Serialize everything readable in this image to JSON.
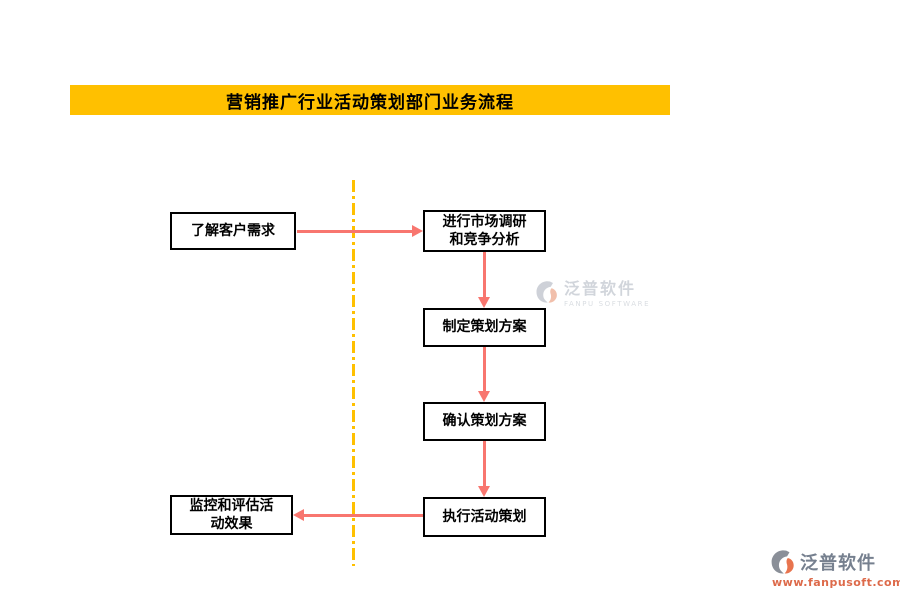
{
  "title": {
    "text": "营销推广行业活动策划部门业务流程"
  },
  "flowchart": {
    "nodes": [
      {
        "id": "understand-customer-needs",
        "lines": [
          "了解客户需求"
        ]
      },
      {
        "id": "market-research",
        "lines": [
          "进行市场调研",
          "和竞争分析"
        ]
      },
      {
        "id": "develop-plan",
        "lines": [
          "制定策划方案"
        ]
      },
      {
        "id": "confirm-plan",
        "lines": [
          "确认策划方案"
        ]
      },
      {
        "id": "execute-plan",
        "lines": [
          "执行活动策划"
        ]
      },
      {
        "id": "monitor-evaluate",
        "lines": [
          "监控和评估活",
          "动效果"
        ]
      }
    ],
    "edges": [
      {
        "from": "understand-customer-needs",
        "to": "market-research"
      },
      {
        "from": "market-research",
        "to": "develop-plan"
      },
      {
        "from": "develop-plan",
        "to": "confirm-plan"
      },
      {
        "from": "confirm-plan",
        "to": "execute-plan"
      },
      {
        "from": "execute-plan",
        "to": "monitor-evaluate"
      }
    ]
  },
  "watermark": {
    "brand": "泛普软件",
    "subtitle": "FANPU SOFTWARE"
  },
  "footer_logo": {
    "brand": "泛普软件",
    "website": "www.fanpusoft.com"
  },
  "colors": {
    "title_bg": "#FFC000",
    "divider": "#FFC000",
    "arrow": "#F8766F",
    "box_border": "#000000",
    "watermark_text": "#CDD1D8",
    "logo_text": "#76808F",
    "website_text": "#DD6A4A"
  }
}
